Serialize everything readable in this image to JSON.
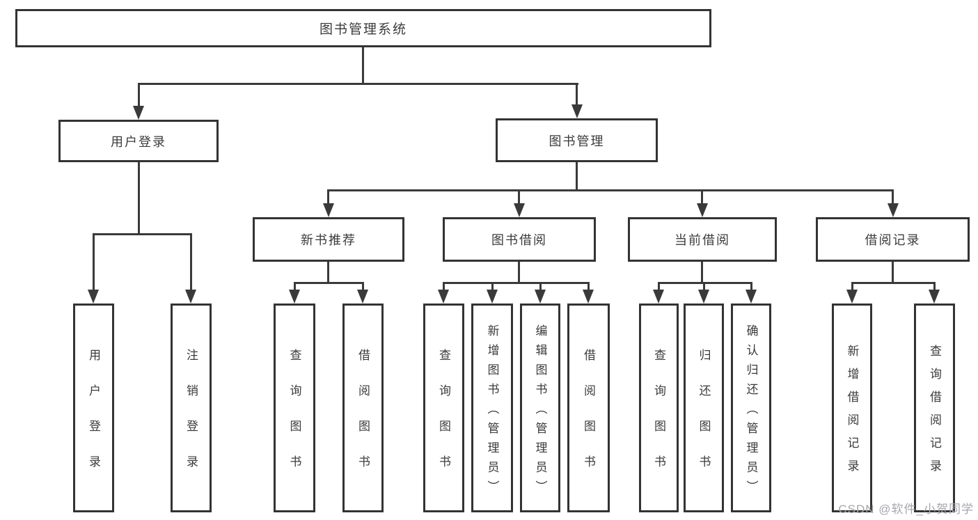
{
  "diagram": {
    "title": "图书管理系统",
    "level2": {
      "user_login": "用户登录",
      "book_management": "图书管理"
    },
    "level3": {
      "new_book_recommend": "新书推荐",
      "book_borrowing": "图书借阅",
      "current_borrowing": "当前借阅",
      "borrow_records": "借阅记录"
    },
    "leaves": {
      "user_login": "用户登录",
      "logout": "注销登录",
      "nb_query_books": "查询图书",
      "nb_borrow_books": "借阅图书",
      "bb_query_books": "查询图书",
      "bb_add_books": "新增图书（管理员）",
      "bb_edit_books": "编辑图书（管理员）",
      "bb_borrow_books": "借阅图书",
      "cb_query_books": "查询图书",
      "cb_return_books": "归还图书",
      "cb_confirm_return": "确认归还（管理员）",
      "br_add_record": "新增借阅记录",
      "br_query_record": "查询借阅记录"
    },
    "watermark": "CSDN @软件_小贺同学",
    "colors": {
      "line": "#3a3a3a",
      "box_border": "#333333",
      "box_fill": "#ffffff",
      "text": "#3b3b3b",
      "watermark": "#a6a6ae"
    }
  }
}
